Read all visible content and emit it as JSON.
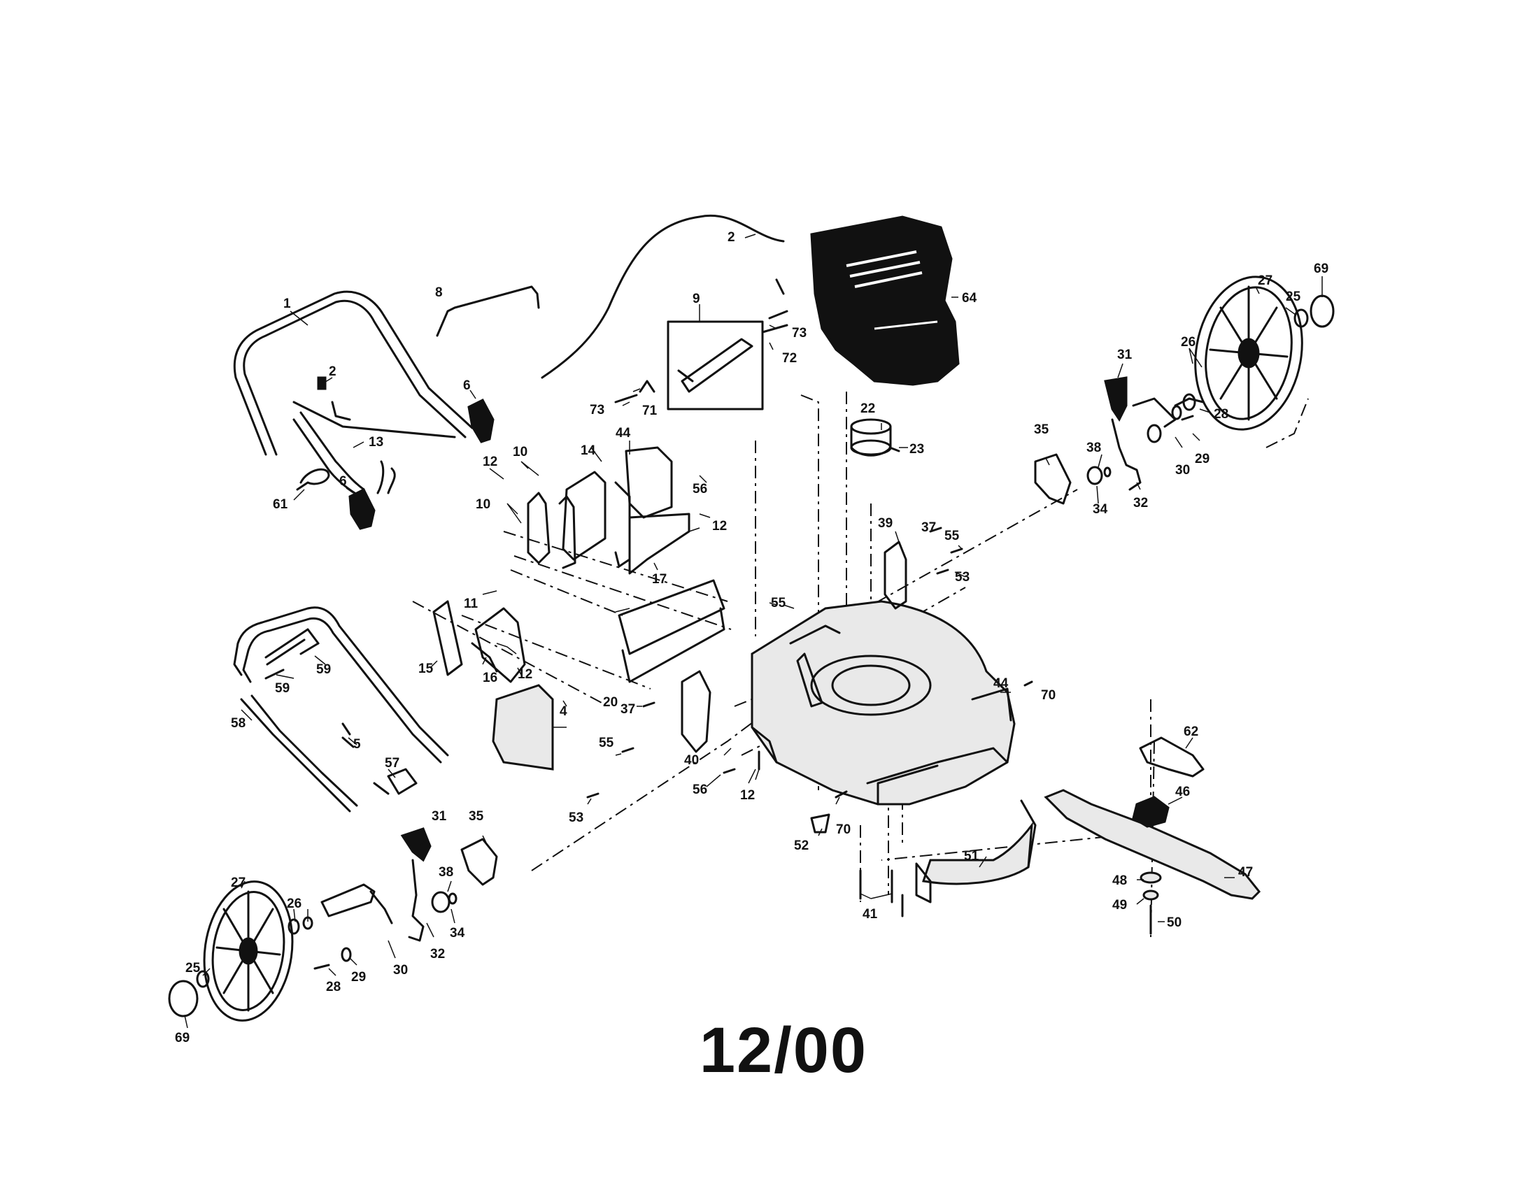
{
  "diagram": {
    "date_code": "12/00",
    "callouts": {
      "n1": "1",
      "n2": "2",
      "n4": "4",
      "n5": "5",
      "n6": "6",
      "n8": "8",
      "n9": "9",
      "n10": "10",
      "n11": "11",
      "n12": "12",
      "n13": "13",
      "n14": "14",
      "n15": "15",
      "n16": "16",
      "n17": "17",
      "n20": "20",
      "n22": "22",
      "n23": "23",
      "n25": "25",
      "n26": "26",
      "n27": "27",
      "n28": "28",
      "n29": "29",
      "n30": "30",
      "n31": "31",
      "n32": "32",
      "n34": "34",
      "n35": "35",
      "n37": "37",
      "n38": "38",
      "n39": "39",
      "n40": "40",
      "n41": "41",
      "n44": "44",
      "n46": "46",
      "n47": "47",
      "n48": "48",
      "n49": "49",
      "n50": "50",
      "n51": "51",
      "n52": "52",
      "n53": "53",
      "n55": "55",
      "n56": "56",
      "n57": "57",
      "n58": "58",
      "n59": "59",
      "n61": "61",
      "n62": "62",
      "n64": "64",
      "n69": "69",
      "n70": "70",
      "n71": "71",
      "n72": "72",
      "n73": "73"
    }
  }
}
